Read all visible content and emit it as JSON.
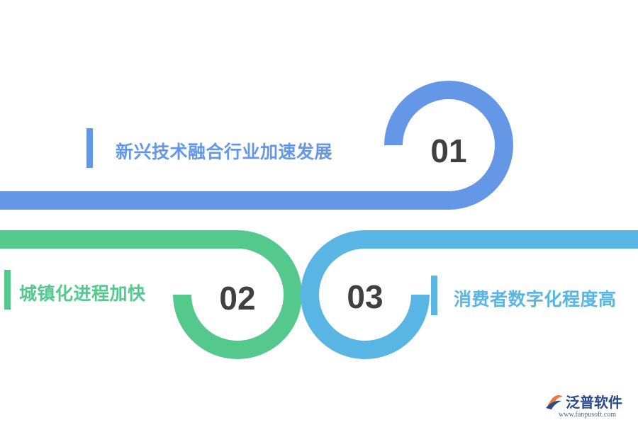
{
  "colors": {
    "blue": "#6497e6",
    "green": "#55c98d",
    "sky": "#59b6e4",
    "number": "#404040"
  },
  "items": [
    {
      "number": "01",
      "label": "新兴技术融合行业加速发展",
      "color": "#6497e6"
    },
    {
      "number": "02",
      "label": "城镇化进程加快",
      "color": "#55c98d"
    },
    {
      "number": "03",
      "label": "消费者数字化程度高",
      "color": "#59b6e4"
    }
  ],
  "logo": {
    "name": "泛普软件",
    "url": "www.fanpusoft.com",
    "icon": "fanpu-logo-icon"
  }
}
